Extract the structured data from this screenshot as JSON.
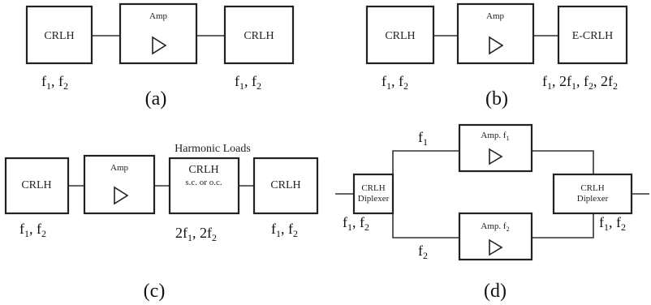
{
  "panel_a": {
    "block_left": "CRLH",
    "block_amp": "Amp",
    "block_right": "CRLH",
    "freq_left": {
      "f": "f",
      "s1": "1",
      "sep": ", f",
      "s2": "2"
    },
    "freq_right": {
      "f": "f",
      "s1": "1",
      "sep": ", f",
      "s2": "2"
    },
    "caption": "(a)"
  },
  "panel_b": {
    "block_left": "CRLH",
    "block_amp": "Amp",
    "block_right": "E-CRLH",
    "freq_left": {
      "f": "f",
      "s1": "1",
      "sep": ", f",
      "s2": "2"
    },
    "freq_right": {
      "a": "f",
      "s1": "1",
      "b": ", 2f",
      "s2": "1",
      "c": ", f",
      "s3": "2",
      "d": ", 2f",
      "s4": "2"
    },
    "caption": "(b)"
  },
  "panel_c": {
    "label_harmonic": "Harmonic Loads",
    "block_left": "CRLH",
    "block_amp": "Amp",
    "block_load_line1": "CRLH",
    "block_load_line2": "s.c. or o.c.",
    "block_right": "CRLH",
    "freq_left": {
      "f": "f",
      "s1": "1",
      "sep": ", f",
      "s2": "2"
    },
    "freq_mid": {
      "a": "2f",
      "s1": "1",
      "b": ", 2f",
      "s2": "2"
    },
    "freq_right": {
      "f": "f",
      "s1": "1",
      "sep": ", f",
      "s2": "2"
    },
    "caption": "(c)"
  },
  "panel_d": {
    "diplexer_left_line1": "CRLH",
    "diplexer_left_line2": "Diplexer",
    "diplexer_right_line1": "CRLH",
    "diplexer_right_line2": "Diplexer",
    "amp_top": {
      "t": "Amp. f",
      "s": "1"
    },
    "amp_bottom": {
      "t": "Amp. f",
      "s": "2"
    },
    "label_f1": {
      "t": "f",
      "s": "1"
    },
    "label_f2": {
      "t": "f",
      "s": "2"
    },
    "freq_left": {
      "f": "f",
      "s1": "1",
      "sep": ", f",
      "s2": "2"
    },
    "freq_right": {
      "f": "f",
      "s1": "1",
      "sep": ", f",
      "s2": "2"
    },
    "caption": "(d)"
  }
}
